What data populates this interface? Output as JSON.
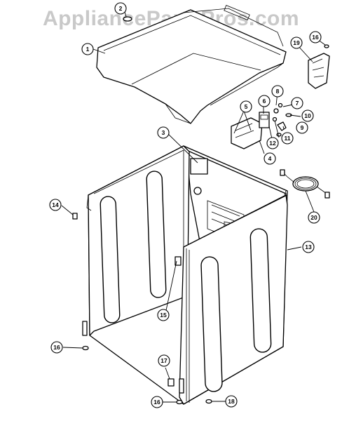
{
  "watermark": "AppliancePartsPros.com",
  "callouts": [
    {
      "id": "c1",
      "label": "1"
    },
    {
      "id": "c2",
      "label": "2"
    },
    {
      "id": "c3",
      "label": "3"
    },
    {
      "id": "c4",
      "label": "4"
    },
    {
      "id": "c5",
      "label": "5"
    },
    {
      "id": "c6",
      "label": "6"
    },
    {
      "id": "c7",
      "label": "7"
    },
    {
      "id": "c8",
      "label": "8"
    },
    {
      "id": "c9",
      "label": "9"
    },
    {
      "id": "c10",
      "label": "10"
    },
    {
      "id": "c11",
      "label": "11"
    },
    {
      "id": "c12",
      "label": "12"
    },
    {
      "id": "c13",
      "label": "13"
    },
    {
      "id": "c14",
      "label": "14"
    },
    {
      "id": "c15",
      "label": "15"
    },
    {
      "id": "c16a",
      "label": "16"
    },
    {
      "id": "c16b",
      "label": "16"
    },
    {
      "id": "c16c",
      "label": "16"
    },
    {
      "id": "c17",
      "label": "17"
    },
    {
      "id": "c18",
      "label": "18"
    },
    {
      "id": "c19",
      "label": "19"
    },
    {
      "id": "c20",
      "label": "20"
    }
  ]
}
